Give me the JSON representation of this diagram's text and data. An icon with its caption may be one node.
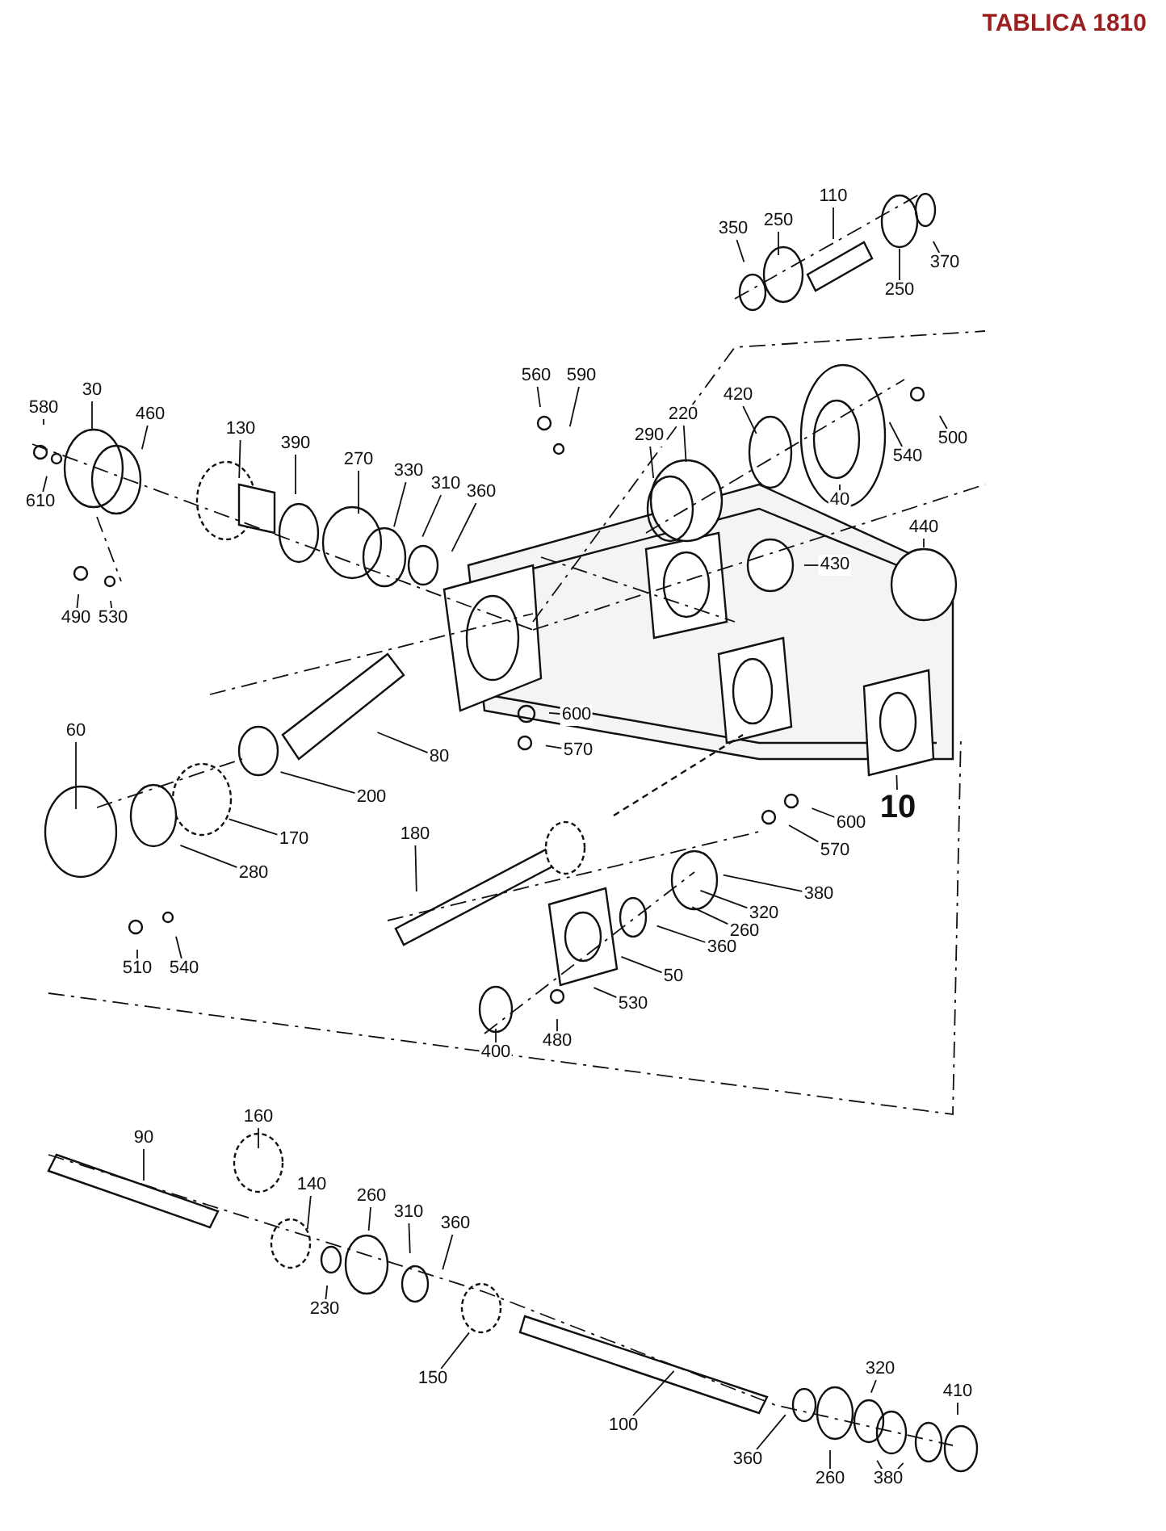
{
  "diagram": {
    "title": "TABLICA 1810",
    "nodes": [
      {
        "text": [
          "350"
        ]
      },
      {
        "text": [
          "250"
        ]
      },
      {
        "text": [
          "110"
        ]
      },
      {
        "text": [
          "370"
        ]
      },
      {
        "text": [
          "250"
        ]
      },
      {
        "text": [
          "560"
        ]
      },
      {
        "text": [
          "590"
        ]
      },
      {
        "text": [
          "420"
        ]
      },
      {
        "text": [
          "220"
        ]
      },
      {
        "text": [
          "290"
        ]
      },
      {
        "text": [
          "540"
        ]
      },
      {
        "text": [
          "500"
        ]
      },
      {
        "text": [
          "40"
        ]
      },
      {
        "text": [
          "30"
        ]
      },
      {
        "text": [
          "580"
        ]
      },
      {
        "text": [
          "460"
        ]
      },
      {
        "text": [
          "610"
        ]
      },
      {
        "text": [
          "130"
        ]
      },
      {
        "text": [
          "390"
        ]
      },
      {
        "text": [
          "270"
        ]
      },
      {
        "text": [
          "330"
        ]
      },
      {
        "text": [
          "310"
        ]
      },
      {
        "text": [
          "360"
        ]
      },
      {
        "text": [
          "490"
        ]
      },
      {
        "text": [
          "530"
        ]
      },
      {
        "text": [
          "430"
        ]
      },
      {
        "text": [
          "440"
        ]
      },
      {
        "text": [
          "600"
        ]
      },
      {
        "text": [
          "570"
        ]
      },
      {
        "text": [
          "80"
        ]
      },
      {
        "text": [
          "200"
        ]
      },
      {
        "text": [
          "170"
        ]
      },
      {
        "text": [
          "280"
        ]
      },
      {
        "text": [
          "60"
        ]
      },
      {
        "text": [
          "10"
        ]
      },
      {
        "text": [
          "600"
        ]
      },
      {
        "text": [
          "570"
        ]
      },
      {
        "text": [
          "180"
        ]
      },
      {
        "text": [
          "380"
        ]
      },
      {
        "text": [
          "320"
        ]
      },
      {
        "text": [
          "260"
        ]
      },
      {
        "text": [
          "360"
        ]
      },
      {
        "text": [
          "50"
        ]
      },
      {
        "text": [
          "530"
        ]
      },
      {
        "text": [
          "480"
        ]
      },
      {
        "text": [
          "400"
        ]
      },
      {
        "text": [
          "510"
        ]
      },
      {
        "text": [
          "540"
        ]
      },
      {
        "text": [
          "90"
        ]
      },
      {
        "text": [
          "160"
        ]
      },
      {
        "text": [
          "140"
        ]
      },
      {
        "text": [
          "260"
        ]
      },
      {
        "text": [
          "230"
        ]
      },
      {
        "text": [
          "310"
        ]
      },
      {
        "text": [
          "360"
        ]
      },
      {
        "text": [
          "150"
        ]
      },
      {
        "text": [
          "100"
        ]
      },
      {
        "text": [
          "320"
        ]
      },
      {
        "text": [
          "410"
        ]
      },
      {
        "text": [
          "360"
        ]
      },
      {
        "text": [
          "260"
        ]
      },
      {
        "text": [
          "380"
        ]
      }
    ],
    "edges": [
      {
        "from": 0,
        "to": null,
        "arrow": "none"
      },
      {
        "from": 1,
        "to": null,
        "arrow": "none"
      },
      {
        "from": 2,
        "to": null,
        "arrow": "none"
      },
      {
        "from": 3,
        "to": null,
        "arrow": "none"
      },
      {
        "from": 4,
        "to": null,
        "arrow": "none"
      },
      {
        "from": 5,
        "to": null,
        "arrow": "none"
      },
      {
        "from": 6,
        "to": null,
        "arrow": "none"
      },
      {
        "from": 7,
        "to": null,
        "arrow": "none"
      },
      {
        "from": 8,
        "to": null,
        "arrow": "none"
      },
      {
        "from": 9,
        "to": null,
        "arrow": "none"
      },
      {
        "from": 10,
        "to": null,
        "arrow": "none"
      },
      {
        "from": 11,
        "to": null,
        "arrow": "none"
      },
      {
        "from": 12,
        "to": null,
        "arrow": "none"
      },
      {
        "from": 13,
        "to": null,
        "arrow": "none"
      },
      {
        "from": 14,
        "to": null,
        "arrow": "none"
      },
      {
        "from": 15,
        "to": null,
        "arrow": "none"
      },
      {
        "from": 16,
        "to": null,
        "arrow": "none"
      },
      {
        "from": 17,
        "to": null,
        "arrow": "none"
      },
      {
        "from": 18,
        "to": null,
        "arrow": "none"
      },
      {
        "from": 19,
        "to": null,
        "arrow": "none"
      },
      {
        "from": 20,
        "to": null,
        "arrow": "none"
      },
      {
        "from": 21,
        "to": null,
        "arrow": "none"
      },
      {
        "from": 22,
        "to": null,
        "arrow": "none"
      },
      {
        "from": 23,
        "to": null,
        "arrow": "none"
      },
      {
        "from": 24,
        "to": null,
        "arrow": "none"
      },
      {
        "from": 25,
        "to": null,
        "arrow": "none"
      },
      {
        "from": 26,
        "to": null,
        "arrow": "none"
      },
      {
        "from": 27,
        "to": null,
        "arrow": "none"
      },
      {
        "from": 28,
        "to": null,
        "arrow": "none"
      },
      {
        "from": 29,
        "to": null,
        "arrow": "none"
      },
      {
        "from": 30,
        "to": null,
        "arrow": "none"
      },
      {
        "from": 31,
        "to": null,
        "arrow": "none"
      },
      {
        "from": 32,
        "to": null,
        "arrow": "none"
      },
      {
        "from": 33,
        "to": null,
        "arrow": "none"
      },
      {
        "from": 34,
        "to": null,
        "arrow": "none"
      },
      {
        "from": 35,
        "to": null,
        "arrow": "none"
      },
      {
        "from": 36,
        "to": null,
        "arrow": "none"
      },
      {
        "from": 37,
        "to": null,
        "arrow": "none"
      },
      {
        "from": 38,
        "to": null,
        "arrow": "none"
      },
      {
        "from": 39,
        "to": null,
        "arrow": "none"
      },
      {
        "from": 40,
        "to": null,
        "arrow": "none"
      },
      {
        "from": 41,
        "to": null,
        "arrow": "none"
      },
      {
        "from": 42,
        "to": null,
        "arrow": "none"
      },
      {
        "from": 43,
        "to": null,
        "arrow": "none"
      },
      {
        "from": 44,
        "to": null,
        "arrow": "none"
      },
      {
        "from": 45,
        "to": null,
        "arrow": "none"
      },
      {
        "from": 46,
        "to": null,
        "arrow": "none"
      },
      {
        "from": 47,
        "to": null,
        "arrow": "none"
      },
      {
        "from": 48,
        "to": null,
        "arrow": "none"
      },
      {
        "from": 49,
        "to": null,
        "arrow": "none"
      },
      {
        "from": 50,
        "to": null,
        "arrow": "none"
      },
      {
        "from": 51,
        "to": null,
        "arrow": "none"
      },
      {
        "from": 52,
        "to": null,
        "arrow": "none"
      },
      {
        "from": 53,
        "to": null,
        "arrow": "none"
      },
      {
        "from": 54,
        "to": null,
        "arrow": "none"
      },
      {
        "from": 55,
        "to": null,
        "arrow": "none"
      },
      {
        "from": 56,
        "to": null,
        "arrow": "none"
      },
      {
        "from": 57,
        "to": null,
        "arrow": "none"
      },
      {
        "from": 58,
        "to": null,
        "arrow": "none"
      },
      {
        "from": 59,
        "to": null,
        "arrow": "none"
      },
      {
        "from": 60,
        "to": null,
        "arrow": "none"
      },
      {
        "from": 61,
        "to": null,
        "arrow": "none"
      },
      {
        "from": 61,
        "to": null,
        "arrow": "none"
      }
    ]
  }
}
